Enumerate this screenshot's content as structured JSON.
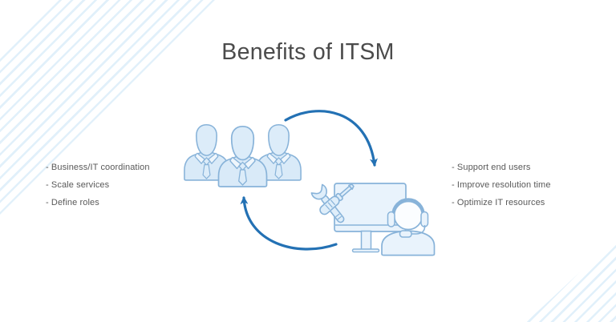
{
  "title": "Benefits of ITSM",
  "left_benefits": {
    "items": [
      "- Business/IT coordination",
      "- Scale services",
      "- Define roles"
    ]
  },
  "right_benefits": {
    "items": [
      "- Support end users",
      "- Improve resolution time",
      "- Optimize IT resources"
    ]
  },
  "diagram": {
    "icons": [
      "team-icon",
      "monitor-icon",
      "wrench-icon",
      "screwdriver-icon",
      "support-agent-icon",
      "headset-icon",
      "cycle-arrow-clockwise-icon",
      "cycle-arrow-counterclockwise-icon"
    ],
    "colors": {
      "arrow_blue": "#2371b4",
      "icon_outline": "#88b3d9",
      "icon_fill_light": "#d9eaf8",
      "icon_fill_lighter": "#e9f3fc",
      "title_text": "#4b4b4b",
      "body_text": "#595959",
      "stripe_blue": "#e8f3fb"
    }
  }
}
